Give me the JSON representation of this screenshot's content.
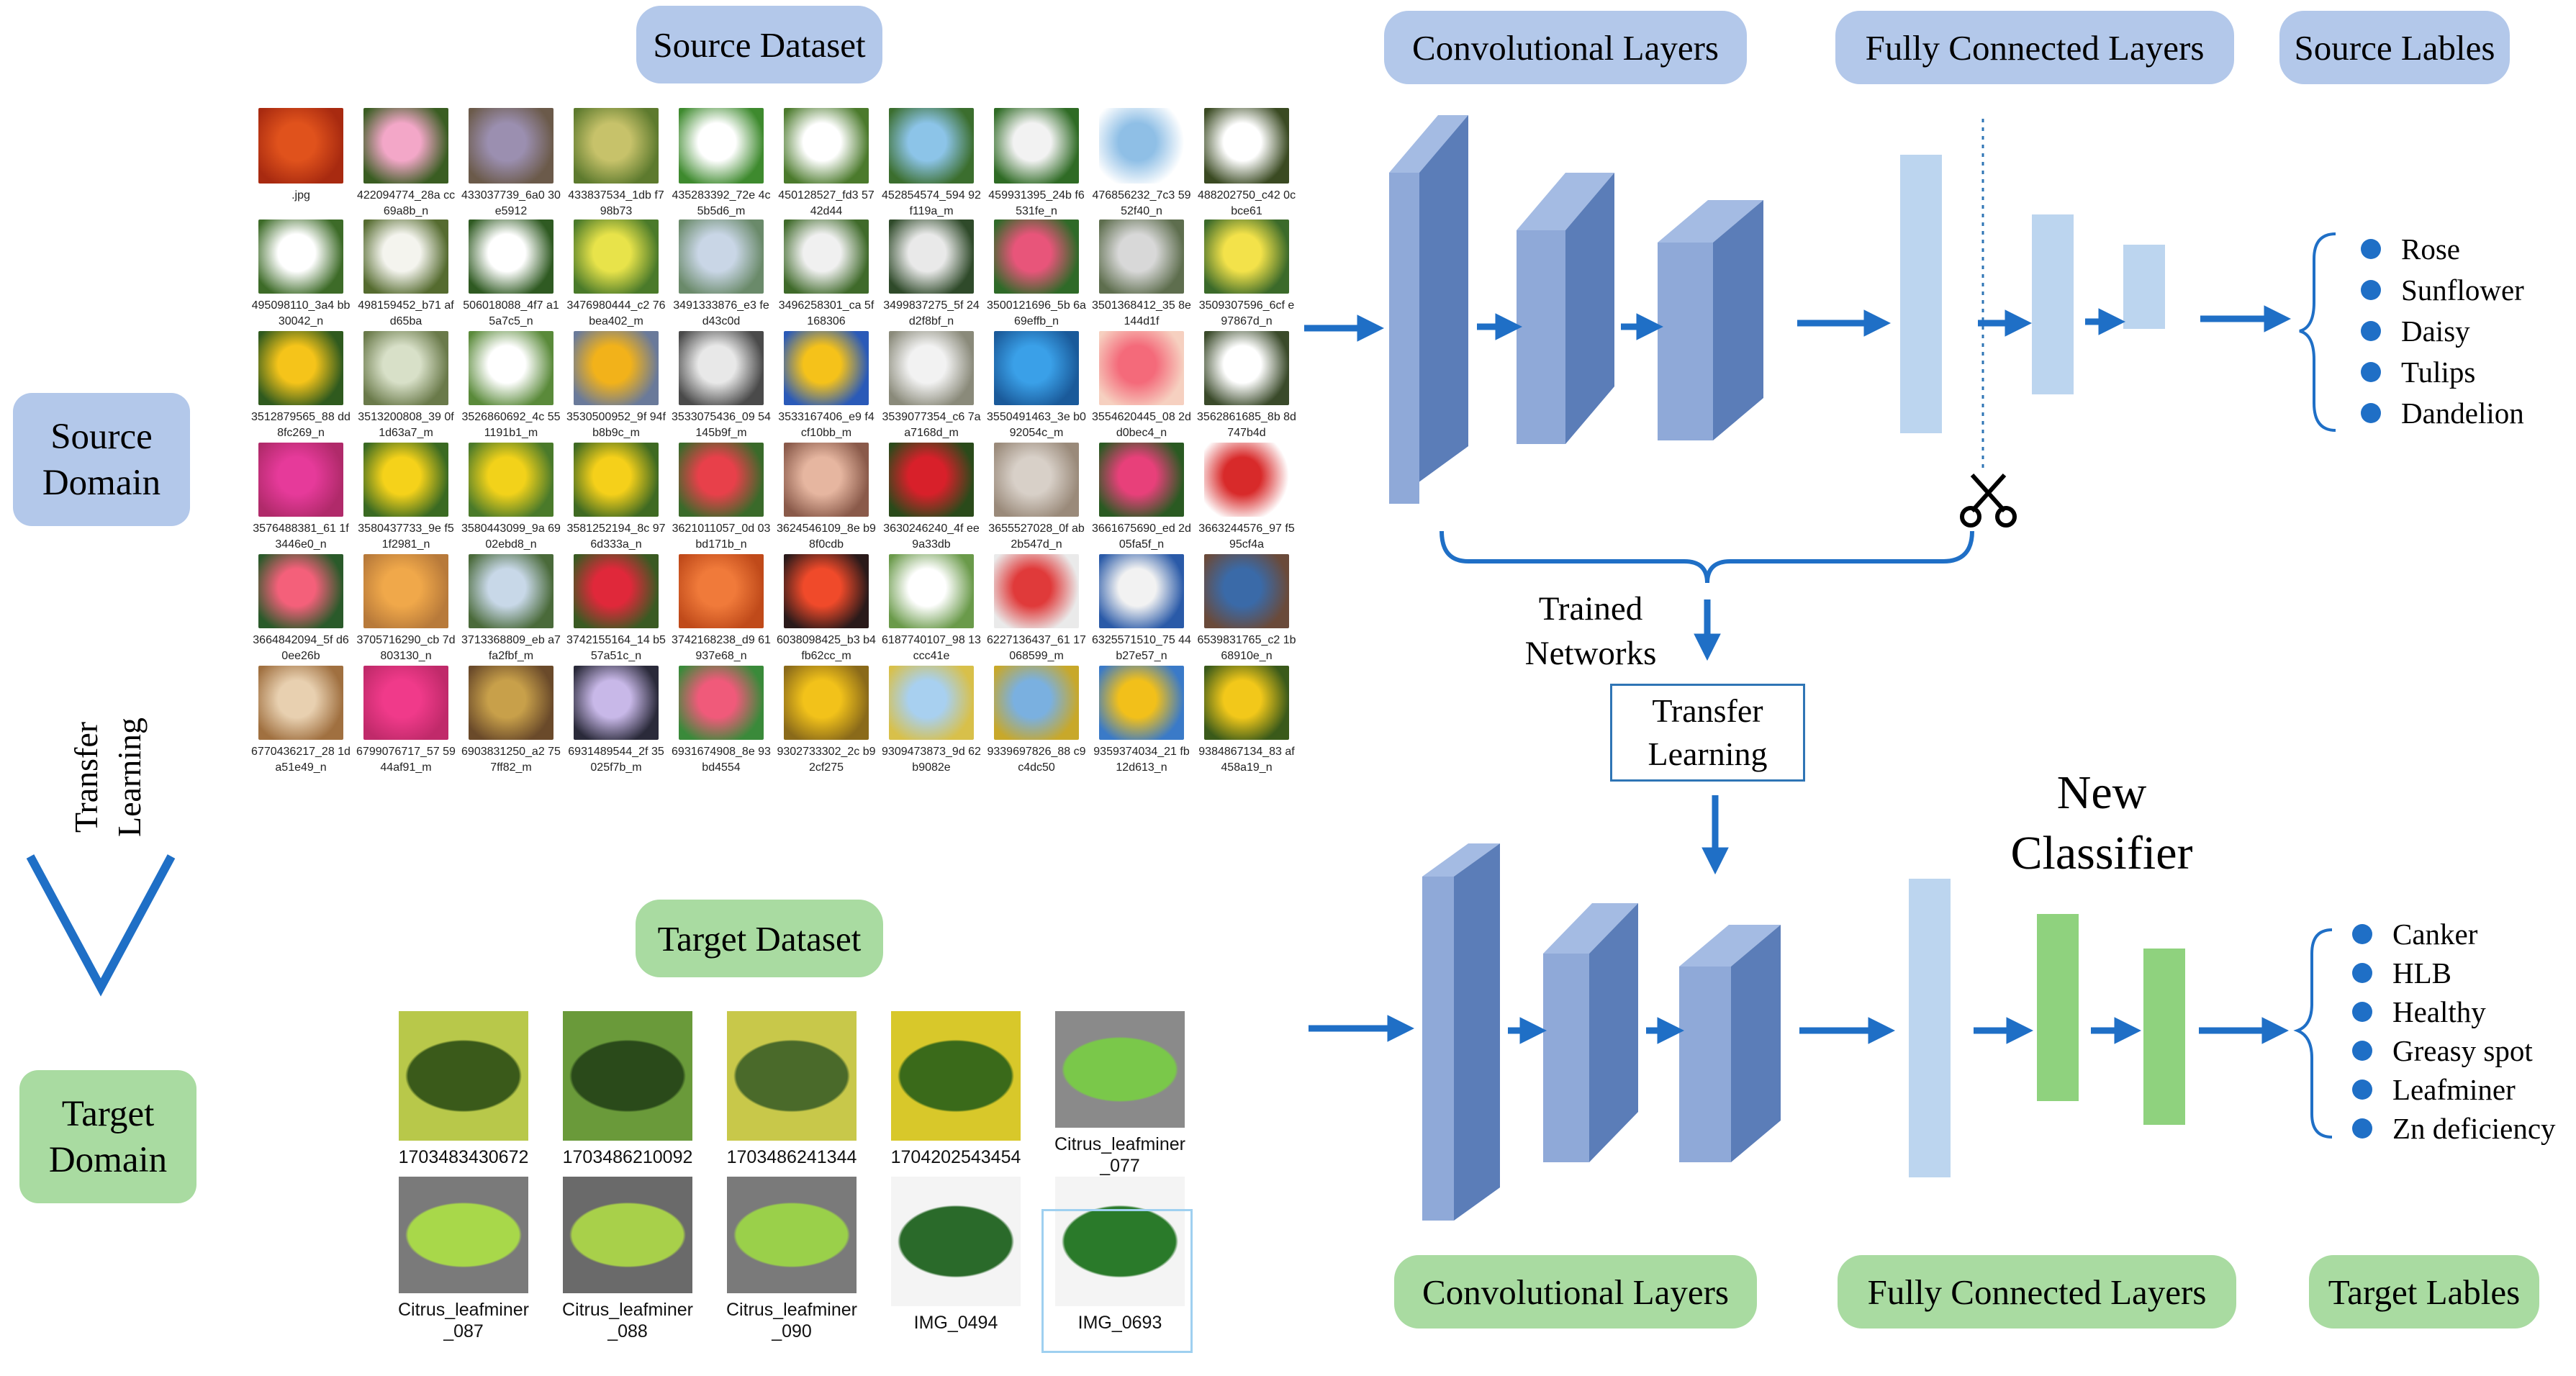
{
  "headers": {
    "source_dataset": "Source Dataset",
    "target_dataset": "Target Dataset",
    "conv_top": "Convolutional Layers",
    "fc_top": "Fully Connected Layers",
    "source_labels_title": "Source Lables",
    "conv_bottom": "Convolutional Layers",
    "fc_bottom": "Fully Connected Layers",
    "target_labels_title": "Target Lables"
  },
  "domains": {
    "source_line1": "Source",
    "source_line2": "Domain",
    "target_line1": "Target",
    "target_line2": "Domain"
  },
  "transfer_side": {
    "line1": "Transfer",
    "line2": "Learning"
  },
  "trained_networks": {
    "line1": "Trained",
    "line2": "Networks"
  },
  "transfer_box": {
    "line1": "Transfer",
    "line2": "Learning"
  },
  "new_classifier": {
    "line1": "New",
    "line2": "Classifier"
  },
  "source_labels": [
    "Rose",
    "Sunflower",
    "Daisy",
    "Tulips",
    "Dandelion"
  ],
  "target_labels": [
    "Canker",
    "HLB",
    "Healthy",
    "Greasy spot",
    "Leafminer",
    "Zn deficiency"
  ],
  "colors": {
    "blue_pill": "#b3c8ea",
    "green_pill": "#a9dba1",
    "conv_front": "#7f9fd3",
    "conv_side": "#5b7db8",
    "fc_blue": "#bcd5ef",
    "fc_green": "#8fd27e",
    "arrow": "#1f6fc6"
  },
  "source_images": [
    {
      "cap": ".jpg",
      "c1": "#e0521c",
      "c2": "#a82a10",
      "icon": "flower-photo"
    },
    {
      "cap": "422094774_28a cc69a8b_n",
      "c1": "#f3a7c8",
      "c2": "#3a5d22",
      "icon": "flower-photo"
    },
    {
      "cap": "433037739_6a0 30e5912",
      "c1": "#9b8fb0",
      "c2": "#6b5a4a",
      "icon": "flower-photo"
    },
    {
      "cap": "433837534_1db f798b73",
      "c1": "#c7c26a",
      "c2": "#5d7a2e",
      "icon": "flower-photo"
    },
    {
      "cap": "435283392_72e 4c5b5d6_m",
      "c1": "#ffffff",
      "c2": "#3e8a2e",
      "icon": "flower-photo"
    },
    {
      "cap": "450128527_fd3 5742d44",
      "c1": "#ffffff",
      "c2": "#4b7a2c",
      "icon": "flower-photo"
    },
    {
      "cap": "452854574_594 92f119a_m",
      "c1": "#8cc4e8",
      "c2": "#3b6e2e",
      "icon": "flower-photo"
    },
    {
      "cap": "459931395_24b f6531fe_n",
      "c1": "#f2f2f2",
      "c2": "#2f6b25",
      "icon": "flower-photo"
    },
    {
      "cap": "476856232_7c3 5952f40_n",
      "c1": "#8fbfe6",
      "c2": "#ffffff",
      "icon": "flower-photo"
    },
    {
      "cap": "488202750_c42 0cbce61",
      "c1": "#ffffff",
      "c2": "#3a4a22",
      "icon": "flower-photo"
    },
    {
      "cap": "495098110_3a4 bb30042_n",
      "c1": "#ffffff",
      "c2": "#3d6b28",
      "icon": "flower-photo"
    },
    {
      "cap": "498159452_b71 afd65ba",
      "c1": "#f4f4ee",
      "c2": "#556b2f",
      "icon": "flower-photo"
    },
    {
      "cap": "506018088_4f7 a15a7c5_n",
      "c1": "#ffffff",
      "c2": "#2f5a22",
      "icon": "flower-photo"
    },
    {
      "cap": "3476980444_c2 76bea402_m",
      "c1": "#e8e34a",
      "c2": "#4a7a2a",
      "icon": "flower-photo"
    },
    {
      "cap": "3491333876_e3 fed43c0d",
      "c1": "#c9d6e6",
      "c2": "#6a8a6a",
      "icon": "flower-photo"
    },
    {
      "cap": "3496258301_ca 5f168306",
      "c1": "#f0f0f0",
      "c2": "#3f6a2a",
      "icon": "flower-photo"
    },
    {
      "cap": "3499837275_5f 24d2f8bf_n",
      "c1": "#e9e9e9",
      "c2": "#2f4a2a",
      "icon": "flower-photo"
    },
    {
      "cap": "3500121696_5b 6a69effb_n",
      "c1": "#e8557a",
      "c2": "#2f6a28",
      "icon": "flower-photo"
    },
    {
      "cap": "3501368412_35 8e144d1f",
      "c1": "#d8d8d8",
      "c2": "#5e6e4e",
      "icon": "flower-photo"
    },
    {
      "cap": "3509307596_6cf e97867d_n",
      "c1": "#f3e24a",
      "c2": "#3b6a2a",
      "icon": "flower-photo"
    },
    {
      "cap": "3512879565_88 dd8fc269_n",
      "c1": "#f5c41a",
      "c2": "#2f5a1e",
      "icon": "flower-photo"
    },
    {
      "cap": "3513200808_39 0f1d63a7_m",
      "c1": "#d8e0c8",
      "c2": "#6a7a4a",
      "icon": "flower-photo"
    },
    {
      "cap": "3526860692_4c 551191b1_m",
      "c1": "#ffffff",
      "c2": "#5a8a3a",
      "icon": "flower-photo"
    },
    {
      "cap": "3530500952_9f 94fb8b9c_m",
      "c1": "#f2b21a",
      "c2": "#6a7a9a",
      "icon": "flower-photo"
    },
    {
      "cap": "3533075436_09 54145b9f_m",
      "c1": "#e8e8e8",
      "c2": "#4a4a4a",
      "icon": "flower-photo"
    },
    {
      "cap": "3533167406_e9 f4cf10bb_m",
      "c1": "#f5c21a",
      "c2": "#2a5ab8",
      "icon": "flower-photo"
    },
    {
      "cap": "3539077354_c6 7aa7168d_m",
      "c1": "#f2f2f2",
      "c2": "#8a8a7a",
      "icon": "flower-photo"
    },
    {
      "cap": "3550491463_3e b092054c_m",
      "c1": "#3aa0e8",
      "c2": "#1a5a9a",
      "icon": "flower-photo"
    },
    {
      "cap": "3554620445_08 2dd0bec4_n",
      "c1": "#f46a7a",
      "c2": "#f6d0c0",
      "icon": "flower-photo"
    },
    {
      "cap": "3562861685_8b 8d747b4d",
      "c1": "#ffffff",
      "c2": "#3a4a2a",
      "icon": "flower-photo"
    },
    {
      "cap": "3576488381_61 1f3446e0_n",
      "c1": "#e63a9a",
      "c2": "#b02a6a",
      "icon": "flower-photo"
    },
    {
      "cap": "3580437733_9e f51f2981_n",
      "c1": "#f5d21a",
      "c2": "#3a6a22",
      "icon": "flower-photo"
    },
    {
      "cap": "3580443099_9a 6902ebd8_n",
      "c1": "#f2d21a",
      "c2": "#4a7a2a",
      "icon": "flower-photo"
    },
    {
      "cap": "3581252194_8c 976d333a_n",
      "c1": "#f5d01a",
      "c2": "#3f6a22",
      "icon": "flower-photo"
    },
    {
      "cap": "3621011057_0d 03bd171b_n",
      "c1": "#e8404a",
      "c2": "#3a6a2a",
      "icon": "flower-photo"
    },
    {
      "cap": "3624546109_8e b98f0cdb",
      "c1": "#e6b6a0",
      "c2": "#8a5a4a",
      "icon": "flower-photo"
    },
    {
      "cap": "3630246240_4f ee9a33db",
      "c1": "#d8202a",
      "c2": "#2a4a1a",
      "icon": "flower-photo"
    },
    {
      "cap": "3655527028_0f ab2b547d_n",
      "c1": "#d8d0c8",
      "c2": "#9a8a7a",
      "icon": "flower-photo"
    },
    {
      "cap": "3661675690_ed 2d05fa5f_n",
      "c1": "#e8407a",
      "c2": "#2a5a22",
      "icon": "flower-photo"
    },
    {
      "cap": "3663244576_97 f595cf4a",
      "c1": "#d82a2a",
      "c2": "#ffffff",
      "icon": "flower-photo"
    },
    {
      "cap": "3664842094_5f d60ee26b",
      "c1": "#f4607a",
      "c2": "#2a5a2a",
      "icon": "flower-photo"
    },
    {
      "cap": "3705716290_cb 7d803130_n",
      "c1": "#f0a84a",
      "c2": "#b87a3a",
      "icon": "flower-photo"
    },
    {
      "cap": "3713368809_eb a7fa2fbf_m",
      "c1": "#c8d8e8",
      "c2": "#4a6a3a",
      "icon": "flower-photo"
    },
    {
      "cap": "3742155164_14 b557a51c_n",
      "c1": "#e0283a",
      "c2": "#3a5a22",
      "icon": "flower-photo"
    },
    {
      "cap": "3742168238_d9 61937e68_n",
      "c1": "#f07a3a",
      "c2": "#c04a1a",
      "icon": "flower-photo"
    },
    {
      "cap": "6038098425_b3 b4fb62cc_m",
      "c1": "#f04a2a",
      "c2": "#2a1a1a",
      "icon": "flower-photo"
    },
    {
      "cap": "6187740107_98 13ccc41e",
      "c1": "#ffffff",
      "c2": "#6a9a4a",
      "icon": "flower-photo"
    },
    {
      "cap": "6227136437_61 17068599_m",
      "c1": "#e03a3a",
      "c2": "#eaeaea",
      "icon": "flower-photo"
    },
    {
      "cap": "6325571510_75 44b27e57_n",
      "c1": "#f2f2f2",
      "c2": "#2a5aa8",
      "icon": "flower-photo"
    },
    {
      "cap": "6539831765_c2 1b68910e_n",
      "c1": "#3a6aa8",
      "c2": "#6a4a3a",
      "icon": "flower-photo"
    },
    {
      "cap": "6770436217_28 1da51e49_n",
      "c1": "#e8d0b0",
      "c2": "#a07040",
      "icon": "flower-photo"
    },
    {
      "cap": "6799076717_57 5944af91_m",
      "c1": "#f03a8a",
      "c2": "#c02a6a",
      "icon": "flower-photo"
    },
    {
      "cap": "6903831250_a2 757ff82_m",
      "c1": "#c8a04a",
      "c2": "#6a4a2a",
      "icon": "flower-photo"
    },
    {
      "cap": "6931489544_2f 35025f7b_m",
      "c1": "#c8b8e8",
      "c2": "#2a2a3a",
      "icon": "flower-photo"
    },
    {
      "cap": "6931674908_8e 93bd4554",
      "c1": "#f05a7a",
      "c2": "#3a8a3a",
      "icon": "flower-photo"
    },
    {
      "cap": "9302733302_2c b92cf275",
      "c1": "#f2c21a",
      "c2": "#8a6a1a",
      "icon": "flower-photo"
    },
    {
      "cap": "9309473873_9d 62b9082e",
      "c1": "#a8d0f0",
      "c2": "#d8c04a",
      "icon": "flower-photo"
    },
    {
      "cap": "9339697826_88 c9c4dc50",
      "c1": "#7ab0e0",
      "c2": "#c8a82a",
      "icon": "flower-photo"
    },
    {
      "cap": "9359374034_21 fb12d613_n",
      "c1": "#f2c01a",
      "c2": "#3a7ac8",
      "icon": "flower-photo"
    },
    {
      "cap": "9384867134_83 af458a19_n",
      "c1": "#f2c81a",
      "c2": "#3a5a1a",
      "icon": "flower-photo"
    }
  ],
  "target_images": [
    {
      "cap": "1703483430672",
      "c1": "#b8c84a",
      "c2": "#3a5a1a",
      "icon": "leaf-photo"
    },
    {
      "cap": "1703486210092",
      "c1": "#6a9a3a",
      "c2": "#2a4a1a",
      "icon": "leaf-photo"
    },
    {
      "cap": "1703486241344",
      "c1": "#c8c84a",
      "c2": "#4a6a2a",
      "icon": "leaf-photo"
    },
    {
      "cap": "1704202543454",
      "c1": "#d8c82a",
      "c2": "#3a6a1a",
      "icon": "leaf-photo"
    },
    {
      "cap": "Citrus_leafminer _077",
      "c1": "#8a8a8a",
      "c2": "#7ac84a",
      "icon": "leaf-photo"
    },
    {
      "cap": "Citrus_leafminer _087",
      "c1": "#7a7a7a",
      "c2": "#a8d84a",
      "icon": "leaf-photo"
    },
    {
      "cap": "Citrus_leafminer _088",
      "c1": "#6a6a6a",
      "c2": "#a8d04a",
      "icon": "leaf-photo"
    },
    {
      "cap": "Citrus_leafminer _090",
      "c1": "#7a7a7a",
      "c2": "#9ad04a",
      "icon": "leaf-photo"
    },
    {
      "cap": "IMG_0494",
      "c1": "#f4f4f4",
      "c2": "#2a6a2a",
      "icon": "leaf-photo"
    },
    {
      "cap": "IMG_0693",
      "c1": "#f4f4f4",
      "c2": "#2a7a2a",
      "icon": "leaf-photo"
    }
  ]
}
